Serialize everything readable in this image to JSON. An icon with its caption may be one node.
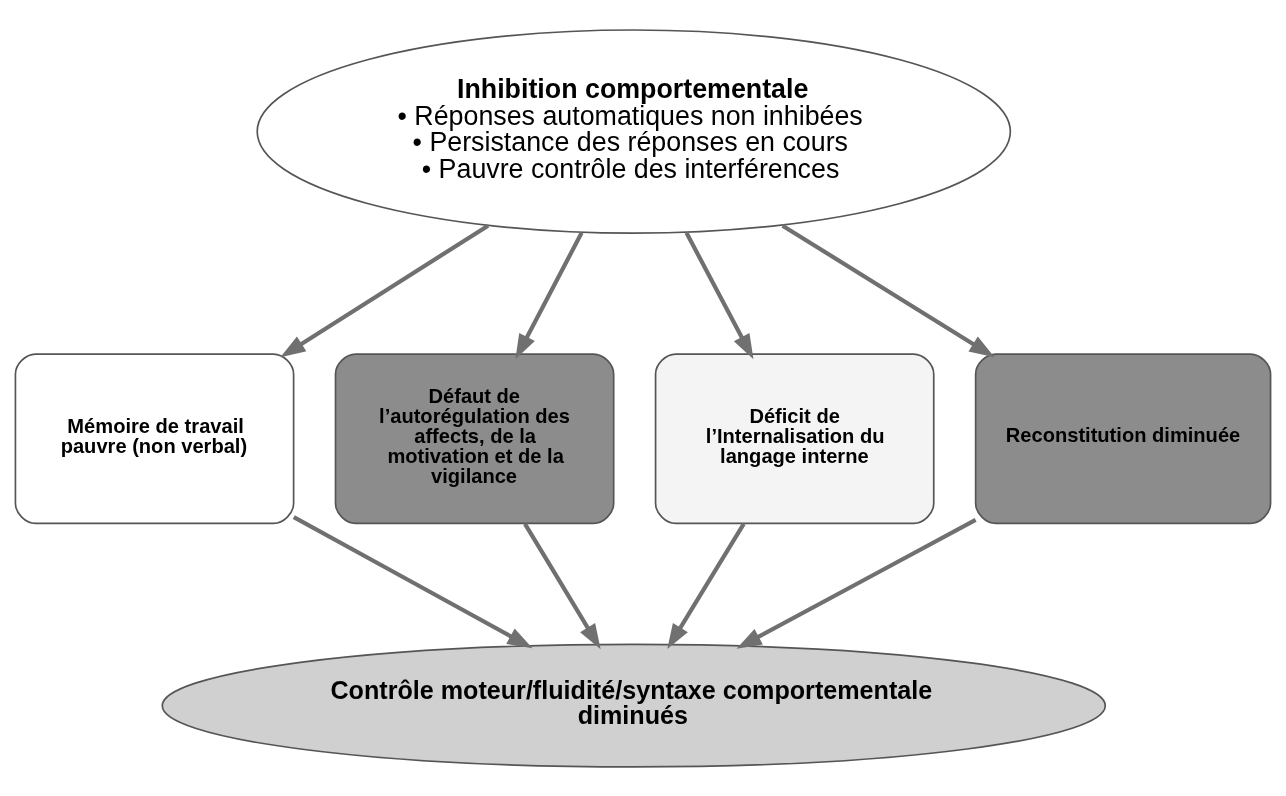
{
  "diagram": {
    "nodes": [
      {
        "text": [
          "Inhibition comportementale",
          "• Réponses automatiques non inhibées",
          "• Persistance des réponses en cours",
          "• Pauvre contrôle des interférences"
        ]
      },
      {
        "text": [
          "Mémoire de travail pauvre (non verbal)"
        ]
      },
      {
        "text": [
          "Défaut de l’autorégulation des affects, de la motivation et de la vigilance"
        ]
      },
      {
        "text": [
          "Déficit de l’Internalisation du langage interne"
        ]
      },
      {
        "text": [
          "Reconstitution diminuée"
        ]
      },
      {
        "text": [
          "Contrôle moteur/fluidité/syntaxe comportementale diminués"
        ]
      }
    ],
    "edges": [
      {
        "from": 0,
        "to": 1,
        "arrow": "to"
      },
      {
        "from": 0,
        "to": 2,
        "arrow": "to"
      },
      {
        "from": 0,
        "to": 3,
        "arrow": "to"
      },
      {
        "from": 0,
        "to": 4,
        "arrow": "to"
      },
      {
        "from": 1,
        "to": 5,
        "arrow": "to"
      },
      {
        "from": 2,
        "to": 5,
        "arrow": "to"
      },
      {
        "from": 3,
        "to": 5,
        "arrow": "to"
      },
      {
        "from": 4,
        "to": 5,
        "arrow": "to"
      }
    ]
  }
}
